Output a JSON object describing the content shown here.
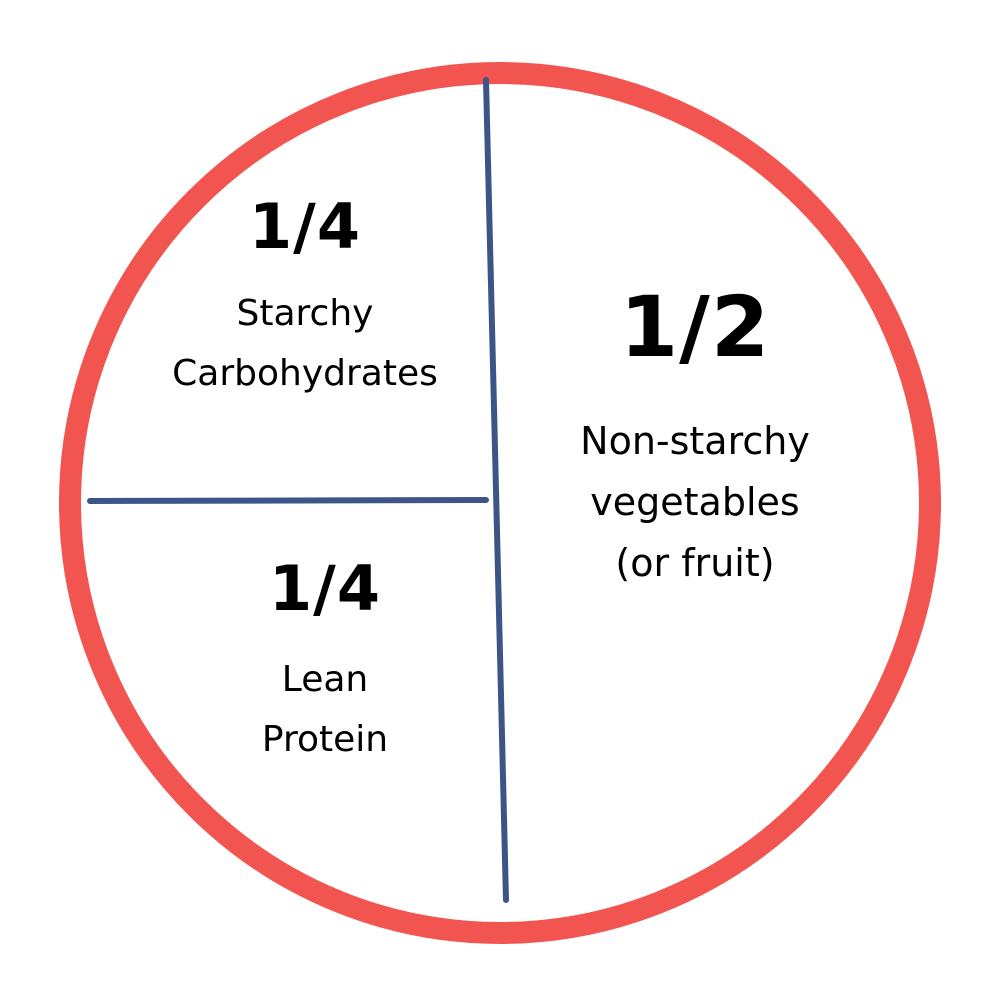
{
  "colors": {
    "plate_rim": "#f25450",
    "divider": "#3a5586",
    "text": "#000000",
    "background": "#ffffff"
  },
  "sections": {
    "starchy": {
      "fraction": "1/4",
      "label_lines": [
        "Starchy",
        "Carbohydrates"
      ]
    },
    "protein": {
      "fraction": "1/4",
      "label_lines": [
        "Lean",
        "Protein"
      ]
    },
    "vegetables": {
      "fraction": "1/2",
      "label_lines": [
        "Non-starchy",
        "vegetables",
        "(or fruit)"
      ]
    }
  }
}
